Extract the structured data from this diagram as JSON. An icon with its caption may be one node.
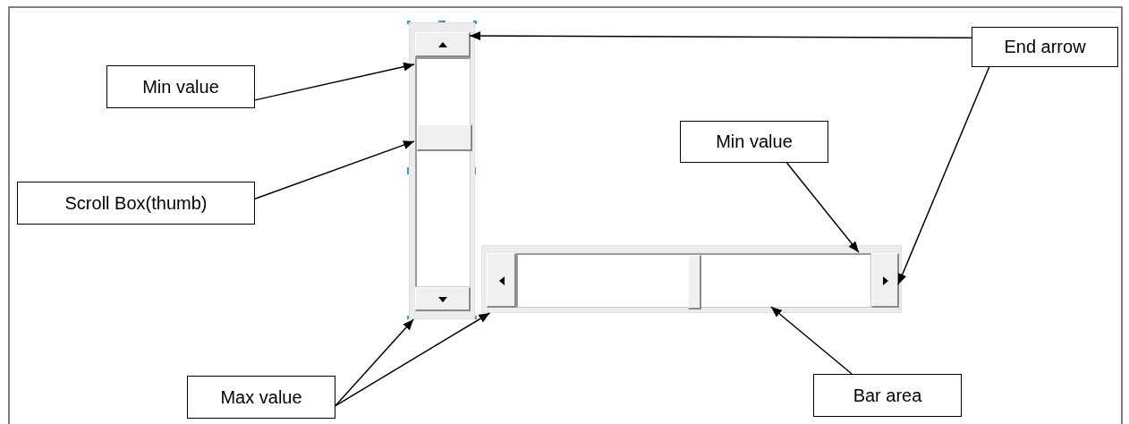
{
  "diagram": {
    "nodes": [
      {
        "text": [
          "Min value"
        ]
      },
      {
        "text": [
          "Scroll Box(thumb)"
        ]
      },
      {
        "text": [
          "Max value"
        ]
      },
      {
        "text": [
          "End arrow"
        ]
      },
      {
        "text": [
          "Min value"
        ]
      },
      {
        "text": [
          "Bar area"
        ]
      },
      {
        "text": [],
        "shape": "bar"
      },
      {
        "text": [],
        "shape": "box",
        "in": 6
      },
      {
        "text": [],
        "shape": "box",
        "in": 6
      },
      {
        "text": [],
        "shape": "box",
        "in": 8
      },
      {
        "text": [],
        "shape": "box",
        "in": 6
      },
      {
        "text": [],
        "shape": "bar"
      },
      {
        "text": [],
        "shape": "box",
        "in": 11
      },
      {
        "text": [],
        "shape": "box",
        "in": 11
      },
      {
        "text": [],
        "shape": "box",
        "in": 13
      },
      {
        "text": [],
        "shape": "box",
        "in": 11
      }
    ],
    "edges": [
      {
        "from": 0,
        "to": 8,
        "arrow": "to"
      },
      {
        "from": 1,
        "to": 9,
        "arrow": "to"
      },
      {
        "from": 2,
        "to": 6,
        "arrow": "to"
      },
      {
        "from": 2,
        "to": 11,
        "arrow": "to"
      },
      {
        "from": 3,
        "to": 7,
        "arrow": "to"
      },
      {
        "from": 3,
        "to": 15,
        "arrow": "to"
      },
      {
        "from": 4,
        "to": 13,
        "arrow": "to"
      },
      {
        "from": 5,
        "to": 13,
        "arrow": "to"
      }
    ]
  }
}
